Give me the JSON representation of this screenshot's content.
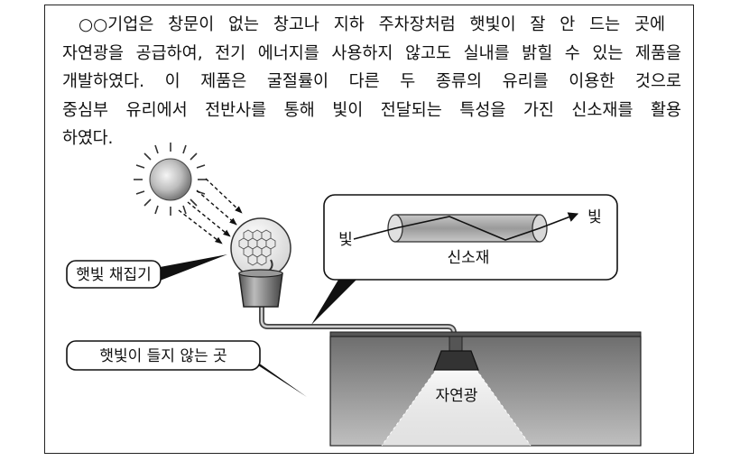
{
  "passage": {
    "lines": [
      "○○기업은 창문이 없는 창고나 지하 주차장처럼 햇빛이 잘 안 드는 곳에",
      "자연광을 공급하여, 전기 에너지를 사용하지 않고도 실내를 밝힐 수 있는 제품을",
      "개발하였다. 이 제품은 굴절률이 다른 두 종류의 유리를 이용한 것으로",
      "중심부 유리에서 전반사를 통해 빛이 전달되는 특성을 가진 신소재를 활용",
      "하였다."
    ]
  },
  "diagram": {
    "collector_label": "햇빛 채집기",
    "fiber_light_in": "빛",
    "fiber_light_out": "빛",
    "fiber_label": "신소재",
    "dark_room_label": "햇빛이 들지 않는 곳",
    "natural_light_label": "자연광"
  }
}
